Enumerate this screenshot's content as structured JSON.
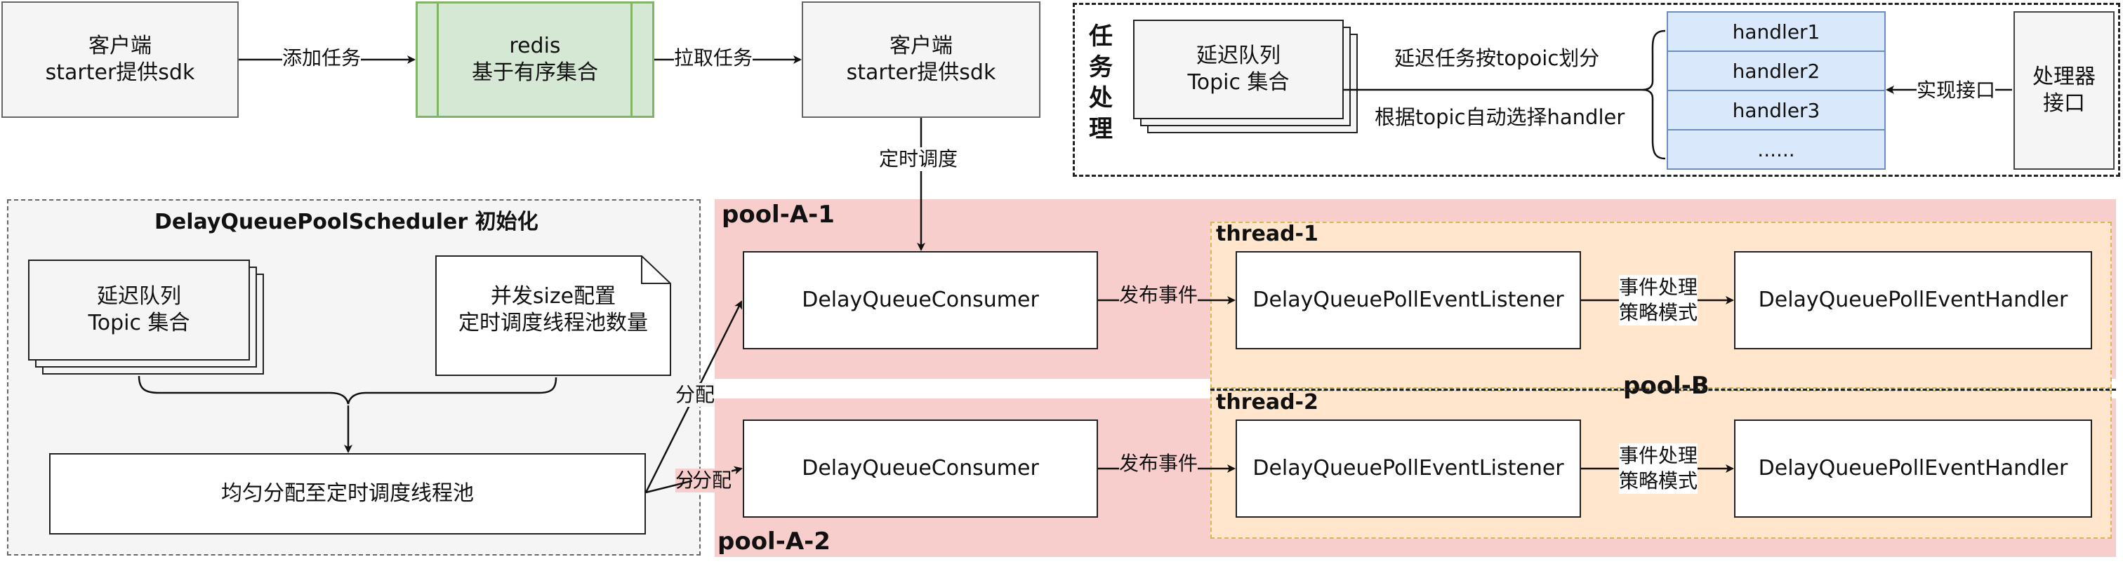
{
  "top": {
    "client_left": [
      "客户端",
      "starter提供sdk"
    ],
    "add_task": "添加任务",
    "redis": [
      "redis",
      "基于有序集合"
    ],
    "pull_task": "拉取任务",
    "client_right": [
      "客户端",
      "starter提供sdk"
    ],
    "schedule": "定时调度"
  },
  "task_panel": {
    "title_chars": [
      "任",
      "务",
      "处",
      "理"
    ],
    "queue": [
      "延迟队列",
      "Topic 集合"
    ],
    "split_label": "延迟任务按topoic划分",
    "select_label": "根据topic自动选择handler",
    "handlers": [
      "handler1",
      "handler2",
      "handler3",
      "......"
    ],
    "implement_label": "实现接口",
    "processor": [
      "处理器",
      "接口"
    ]
  },
  "init_panel": {
    "title": "DelayQueuePoolScheduler 初始化",
    "queue": [
      "延迟队列",
      "Topic 集合"
    ],
    "note": [
      "并发size配置",
      "定时调度线程池数量"
    ],
    "distribute_box": "均匀分配至定时调度线程池",
    "assign_label": "分配"
  },
  "pools": {
    "pool_a1": "pool-A-1",
    "pool_a2": "pool-A-2",
    "pool_b": "pool-B",
    "thread1": "thread-1",
    "thread2": "thread-2",
    "consumer": "DelayQueueConsumer",
    "publish": "发布事件",
    "listener": "DelayQueuePollEventListener",
    "strategy": [
      "事件处理",
      "策略模式"
    ],
    "handler": "DelayQueuePollEventHandler"
  },
  "colors": {
    "green_fill": "#d5e8d4",
    "green_border": "#82b366",
    "pink_region": "#f8cecc",
    "orange_region": "#ffe6cc",
    "orange_border": "#d6b656",
    "blue_fill": "#dae8fc",
    "blue_border": "#6c8ebf"
  }
}
